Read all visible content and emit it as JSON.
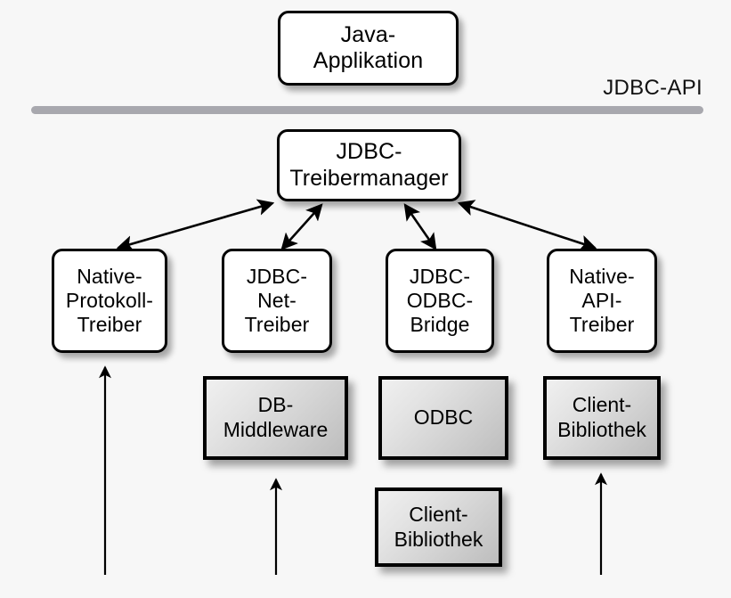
{
  "diagram": {
    "title_label": "JDBC-API",
    "background_color": "#f7f7f7",
    "separator_color": "#a8a8ae",
    "node_border_color": "#000000",
    "node_fill_color": "#ffffff",
    "slab_fill_top": "#f0f0f0",
    "slab_fill_bottom": "#bdbdbd"
  },
  "nodes": {
    "application": {
      "label": "Java-\nApplikation"
    },
    "manager": {
      "label": "JDBC-\nTreibermanager"
    },
    "drivers": [
      {
        "label": "Native-\nProtokoll-\nTreiber"
      },
      {
        "label": "JDBC-\nNet-\nTreiber"
      },
      {
        "label": "JDBC-\nODBC-\nBridge"
      },
      {
        "label": "Native-\nAPI-\nTreiber"
      }
    ],
    "slabs": [
      {
        "label": "DB-\nMiddleware"
      },
      {
        "label": "ODBC"
      },
      {
        "label": "Client-\nBibliothek"
      },
      {
        "label": "Client-\nBibliothek"
      }
    ]
  }
}
